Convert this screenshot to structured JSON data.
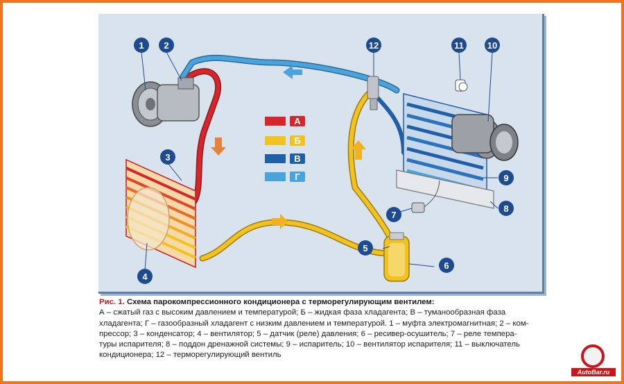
{
  "figure_label": "Рис. 1.",
  "figure_title": "Схема парокомпрессионного кондиционера с терморегулирующим вентилем:",
  "caption_lines": [
    "А – сжатый газ с высоким давлением и температурой; Б – жидкая фаза хладагента; В – туманообразная фаза",
    "хладагента; Г – газообразный хладагент с низким давлением и температурой. 1 – муфта электромагнитная; 2 – ком-",
    "прессор; 3 – конденсатор; 4 – вентилятор; 5 – датчик (реле) давления; 6 – ресивер-осушитель; 7 – реле темпера-",
    "туры испарителя; 8 – поддон дренажной системы; 9 – испаритель; 10 – вентилятор испарителя; 11 – выключатель",
    "кондиционера; 12 – терморегулирующий вентиль"
  ],
  "legend": [
    {
      "key": "А",
      "color": "#d7262b"
    },
    {
      "key": "Б",
      "color": "#f2c31e"
    },
    {
      "key": "В",
      "color": "#1f5fa8"
    },
    {
      "key": "Г",
      "color": "#4aa3dc"
    }
  ],
  "callouts": [
    "1",
    "2",
    "3",
    "4",
    "5",
    "6",
    "7",
    "8",
    "9",
    "10",
    "11",
    "12"
  ],
  "logo_text": "AutoBar.ru",
  "colors": {
    "frame": "#f0731e",
    "panel": "#d9e3ee",
    "hot_gas": "#d7262b",
    "liquid": "#f2c31e",
    "mist": "#1f5fa8",
    "cold_gas": "#4aa3dc",
    "callout_fill": "#1e4b8f",
    "accent_red": "#c8161d"
  }
}
